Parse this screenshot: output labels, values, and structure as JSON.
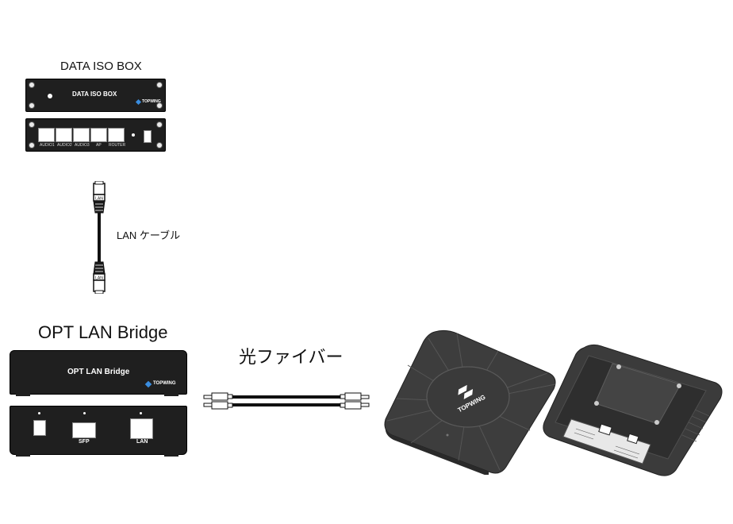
{
  "iso_box": {
    "title": "DATA ISO BOX",
    "front_label": "DATA ISO BOX",
    "brand": "TOPWING",
    "ports": [
      "AUDIO1",
      "AUDIO2",
      "AUDIO3",
      "AP",
      "ROUTER"
    ]
  },
  "lan_cable": {
    "label": "LAN ケーブル",
    "plug_label": "LAN"
  },
  "opt_bridge": {
    "title": "OPT LAN Bridge",
    "front_label": "OPT LAN Bridge",
    "brand": "TOPWING",
    "ports": [
      "",
      "SFP",
      "LAN"
    ]
  },
  "fiber": {
    "label": "光ファイバー"
  },
  "access_point": {
    "brand": "TOPWING"
  }
}
